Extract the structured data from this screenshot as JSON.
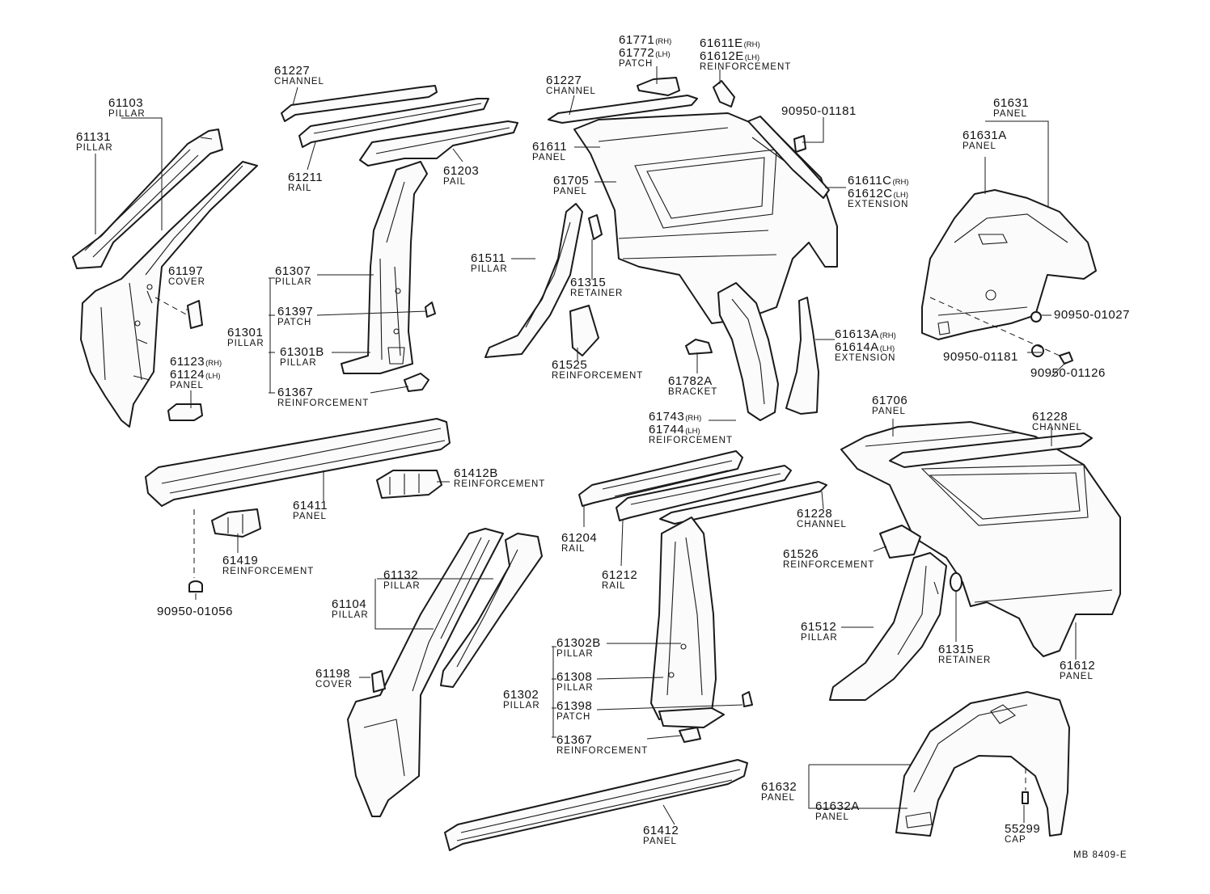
{
  "parts": [
    {
      "id": "c1",
      "num": "61103",
      "sfx": "",
      "name": "PILLAR"
    },
    {
      "id": "c2",
      "num": "61131",
      "sfx": "",
      "name": "PILLAR"
    },
    {
      "id": "c3",
      "num": "61197",
      "sfx": "",
      "name": "COVER"
    },
    {
      "id": "c4a",
      "num": "61123",
      "sfx": "(RH)",
      "name": ""
    },
    {
      "id": "c4b",
      "num": "61124",
      "sfx": "(LH)",
      "name": "PANEL"
    },
    {
      "id": "c5",
      "num": "61227",
      "sfx": "",
      "name": "CHANNEL"
    },
    {
      "id": "c6",
      "num": "61211",
      "sfx": "",
      "name": "RAIL"
    },
    {
      "id": "c7",
      "num": "61203",
      "sfx": "",
      "name": "PAIL"
    },
    {
      "id": "c8",
      "num": "61307",
      "sfx": "",
      "name": "PILLAR"
    },
    {
      "id": "c9",
      "num": "61397",
      "sfx": "",
      "name": "PATCH"
    },
    {
      "id": "c10",
      "num": "61301",
      "sfx": "",
      "name": "PILLAR"
    },
    {
      "id": "c11",
      "num": "61301B",
      "sfx": "",
      "name": "PILLAR"
    },
    {
      "id": "c12",
      "num": "61367",
      "sfx": "",
      "name": "REINFORCEMENT"
    },
    {
      "id": "c13a",
      "num": "61771",
      "sfx": "(RH)",
      "name": ""
    },
    {
      "id": "c13b",
      "num": "61772",
      "sfx": "(LH)",
      "name": "PATCH"
    },
    {
      "id": "c14a",
      "num": "61611E",
      "sfx": "(RH)",
      "name": ""
    },
    {
      "id": "c14b",
      "num": "61612E",
      "sfx": "(LH)",
      "name": "REINFORCEMENT"
    },
    {
      "id": "c15",
      "num": "61227",
      "sfx": "",
      "name": "CHANNEL"
    },
    {
      "id": "c16",
      "num": "90950-01181",
      "sfx": "",
      "name": ""
    },
    {
      "id": "c17",
      "num": "61611",
      "sfx": "",
      "name": "PANEL"
    },
    {
      "id": "c18",
      "num": "61705",
      "sfx": "",
      "name": "PANEL"
    },
    {
      "id": "c19a",
      "num": "61611C",
      "sfx": "(RH)",
      "name": ""
    },
    {
      "id": "c19b",
      "num": "61612C",
      "sfx": "(LH)",
      "name": "EXTENSION"
    },
    {
      "id": "c20",
      "num": "61511",
      "sfx": "",
      "name": "PILLAR"
    },
    {
      "id": "c21",
      "num": "61315",
      "sfx": "",
      "name": "RETAINER"
    },
    {
      "id": "c22",
      "num": "61525",
      "sfx": "",
      "name": "REINFORCEMENT"
    },
    {
      "id": "c23",
      "num": "61782A",
      "sfx": "",
      "name": "BRACKET"
    },
    {
      "id": "c24a",
      "num": "61613A",
      "sfx": "(RH)",
      "name": ""
    },
    {
      "id": "c24b",
      "num": "61614A",
      "sfx": "(LH)",
      "name": "EXTENSION"
    },
    {
      "id": "c25a",
      "num": "61743",
      "sfx": "(RH)",
      "name": ""
    },
    {
      "id": "c25b",
      "num": "61744",
      "sfx": "(LH)",
      "name": "REIFORCEMENT"
    },
    {
      "id": "c26",
      "num": "61631",
      "sfx": "",
      "name": "PANEL"
    },
    {
      "id": "c27",
      "num": "61631A",
      "sfx": "",
      "name": "PANEL"
    },
    {
      "id": "c28",
      "num": "90950-01027",
      "sfx": "",
      "name": ""
    },
    {
      "id": "c29",
      "num": "90950-01181",
      "sfx": "",
      "name": ""
    },
    {
      "id": "c30",
      "num": "90950-01126",
      "sfx": "",
      "name": ""
    },
    {
      "id": "c31",
      "num": "61411",
      "sfx": "",
      "name": "PANEL"
    },
    {
      "id": "c32",
      "num": "61412B",
      "sfx": "",
      "name": "REINFORCEMENT"
    },
    {
      "id": "c33",
      "num": "61419",
      "sfx": "",
      "name": "REINFORCEMENT"
    },
    {
      "id": "c34",
      "num": "90950-01056",
      "sfx": "",
      "name": ""
    },
    {
      "id": "c35",
      "num": "61132",
      "sfx": "",
      "name": "PILLAR"
    },
    {
      "id": "c36",
      "num": "61104",
      "sfx": "",
      "name": "PILLAR"
    },
    {
      "id": "c37",
      "num": "61198",
      "sfx": "",
      "name": "COVER"
    },
    {
      "id": "c38",
      "num": "61204",
      "sfx": "",
      "name": "RAIL"
    },
    {
      "id": "c39",
      "num": "61212",
      "sfx": "",
      "name": "RAIL"
    },
    {
      "id": "c40",
      "num": "61228",
      "sfx": "",
      "name": "CHANNEL"
    },
    {
      "id": "c41",
      "num": "61302B",
      "sfx": "",
      "name": "PILLAR"
    },
    {
      "id": "c42",
      "num": "61308",
      "sfx": "",
      "name": "PILLAR"
    },
    {
      "id": "c43",
      "num": "61302",
      "sfx": "",
      "name": "PILLAR"
    },
    {
      "id": "c44",
      "num": "61398",
      "sfx": "",
      "name": "PATCH"
    },
    {
      "id": "c45",
      "num": "61367",
      "sfx": "",
      "name": "REINFORCEMENT"
    },
    {
      "id": "c46",
      "num": "61412",
      "sfx": "",
      "name": "PANEL"
    },
    {
      "id": "c47",
      "num": "61706",
      "sfx": "",
      "name": "PANEL"
    },
    {
      "id": "c48",
      "num": "61228",
      "sfx": "",
      "name": "CHANNEL"
    },
    {
      "id": "c49",
      "num": "61526",
      "sfx": "",
      "name": "REINFORCEMENT"
    },
    {
      "id": "c50",
      "num": "61512",
      "sfx": "",
      "name": "PILLAR"
    },
    {
      "id": "c51",
      "num": "61315",
      "sfx": "",
      "name": "RETAINER"
    },
    {
      "id": "c52",
      "num": "61612",
      "sfx": "",
      "name": "PANEL"
    },
    {
      "id": "c53",
      "num": "61632",
      "sfx": "",
      "name": "PANEL"
    },
    {
      "id": "c54",
      "num": "61632A",
      "sfx": "",
      "name": "PANEL"
    },
    {
      "id": "c55",
      "num": "55299",
      "sfx": "",
      "name": "CAP"
    }
  ],
  "drawing_code": "MB 8409-E"
}
